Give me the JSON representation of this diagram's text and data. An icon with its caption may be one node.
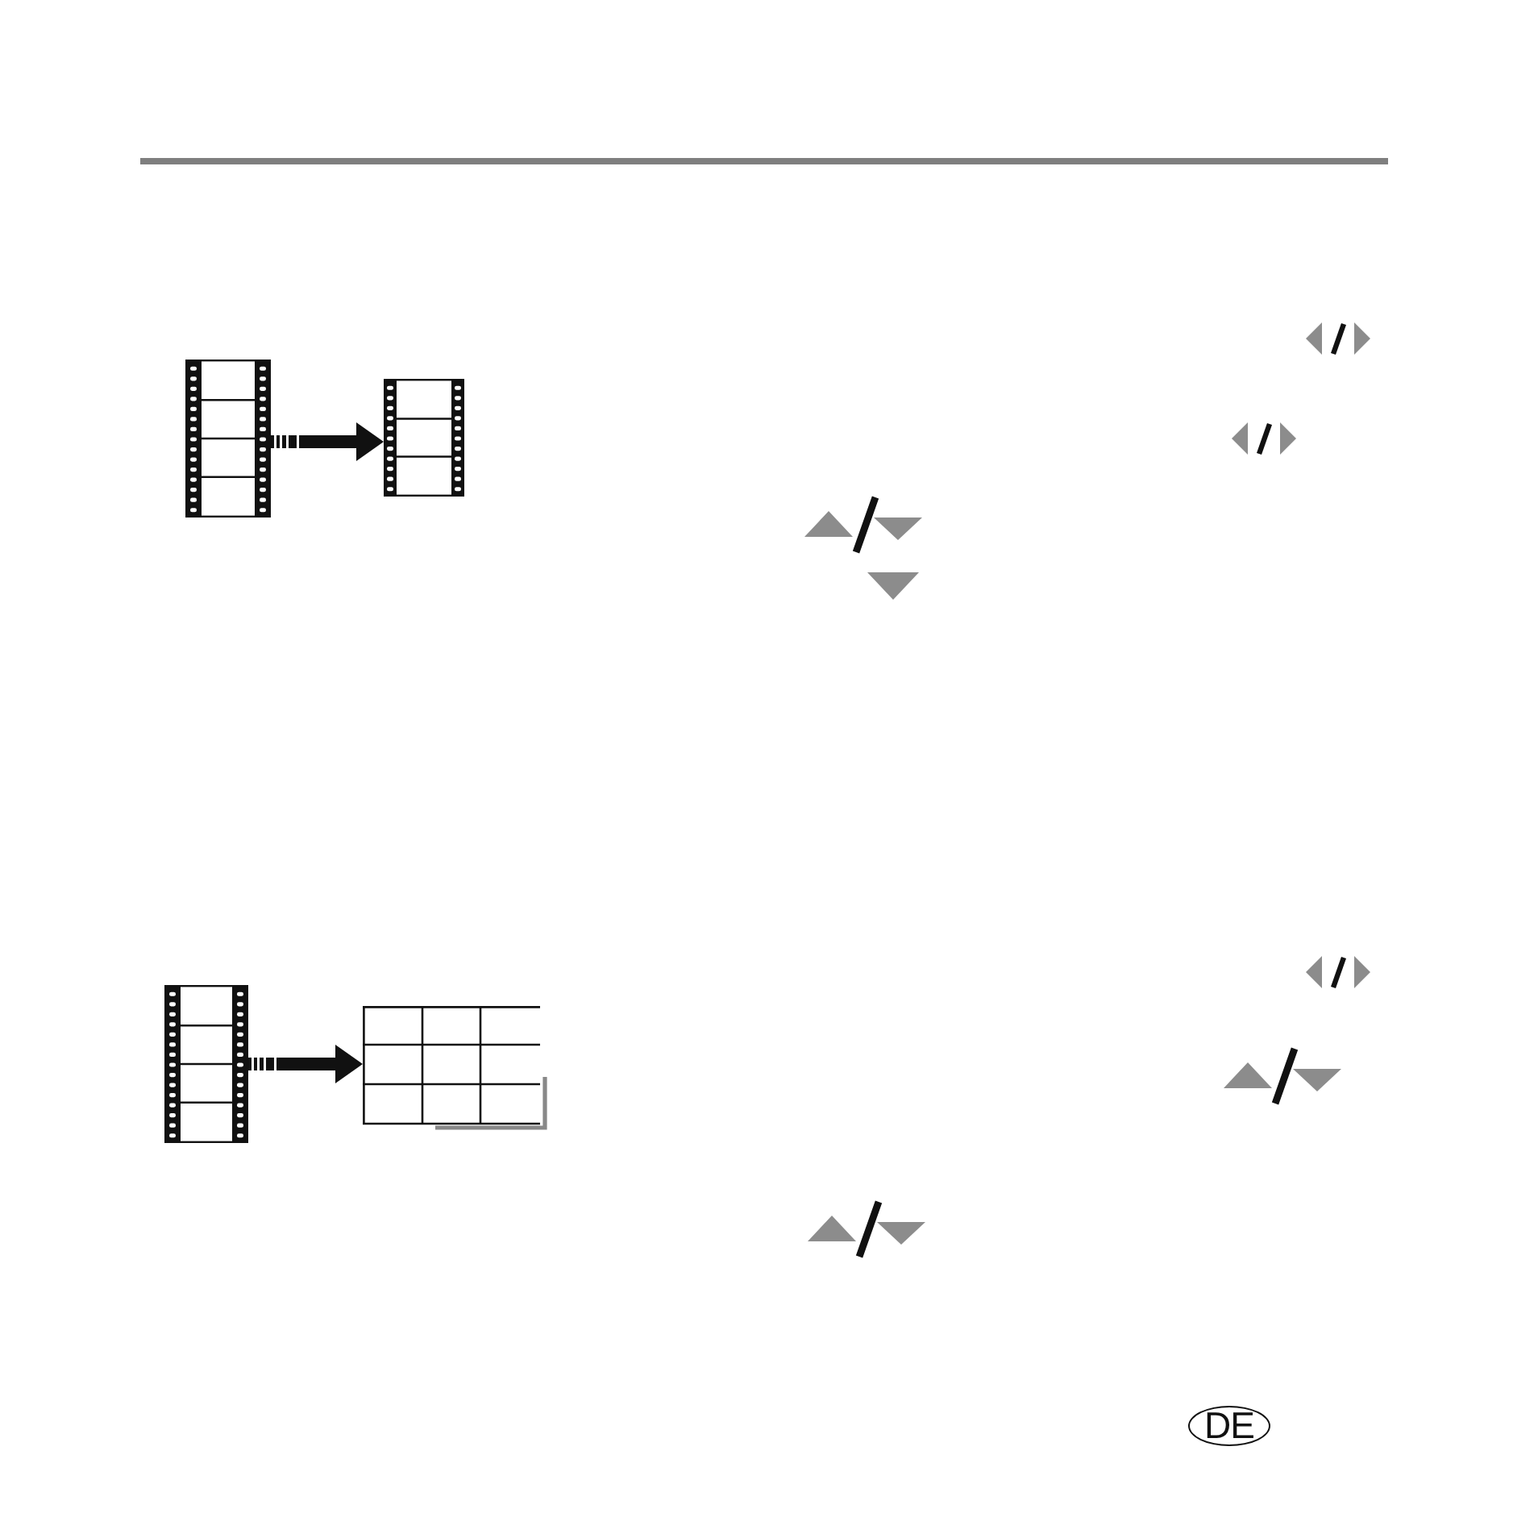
{
  "diagram": {
    "nodes": [
      {
        "text": [],
        "shape": "picture"
      },
      {
        "text": [],
        "shape": "picture"
      },
      {
        "text": [],
        "shape": "picture"
      },
      {
        "text": [],
        "shape": "picture"
      },
      {
        "text": [
          "DE"
        ]
      }
    ],
    "edges": [
      {
        "from": 0,
        "to": 1,
        "arrow": "to"
      },
      {
        "from": 2,
        "to": 3,
        "arrow": "to"
      }
    ]
  }
}
